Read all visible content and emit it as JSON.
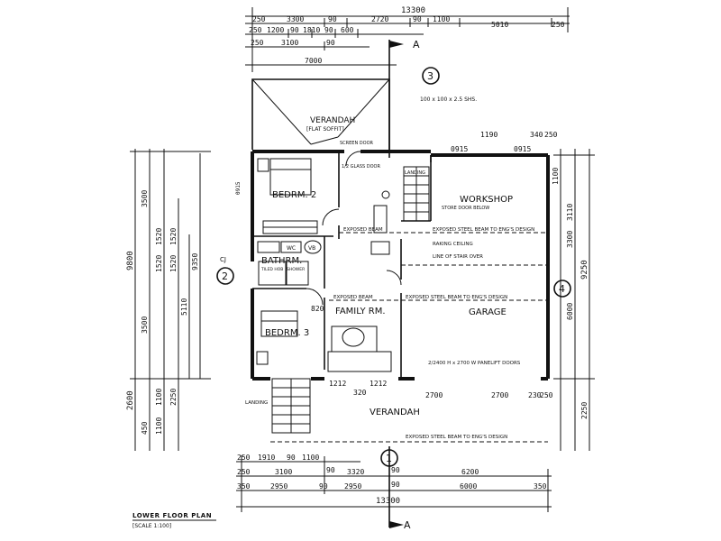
{
  "title": "LOWER FLOOR PLAN",
  "scale": "[SCALE 1:100]",
  "rooms": {
    "bedroom2": "BEDRM. 2",
    "bedroom3": "BEDRM. 3",
    "bathroom": "BATHRM.",
    "family": "FAMILY RM.",
    "workshop": "WORKSHOP",
    "garage": "GARAGE",
    "verandah_top": "VERANDAH",
    "verandah_bottom": "VERANDAH"
  },
  "notes": {
    "flat_soffit": "[FLAT SOFFIT]",
    "post": "100 x 100 x 2.5 SHS.",
    "screen_door": "SCREEN DOOR",
    "sliding_door": "1/2 GLASS DOOR",
    "landing_top": "LANDING",
    "stair_door": "STORE DOOR BELOW",
    "exposed_beam_1": "EXPOSED BEAM",
    "exposed_beam_2": "EXPOSED STEEL BEAM TO ENG'S DESIGN",
    "raking": "RAKING CEILING",
    "stair_line": "LINE OF STAIR OVER",
    "exposed_beam_3": "EXPOSED BEAM",
    "exposed_beam_4": "EXPOSED STEEL BEAM TO ENG'S DESIGN",
    "tiled": "TILED HOB",
    "shower": "SHOWER",
    "panelift": "2/2400 H x 2700 W PANELIFT DOORS",
    "exposed_beam_5": "EXPOSED STEEL BEAM TO ENG'S DESIGN",
    "landing_bottom": "LANDING",
    "cj": "CJ",
    "vb": "VB",
    "wc": "WC"
  },
  "markers": {
    "m1": "1",
    "m2": "2",
    "m3": "3",
    "m4": "4",
    "section_top": "A",
    "section_bottom": "A"
  },
  "dims_top": {
    "overall": "13300",
    "row1": [
      "250",
      "3300",
      "90",
      "2720",
      "90",
      "1100",
      "5010",
      "250"
    ],
    "row2": [
      "250",
      "1200",
      "90",
      "1810",
      "90",
      "600"
    ],
    "row3": [
      "250",
      "3100",
      "90"
    ],
    "row4": "7000"
  },
  "dims_bottom": {
    "row1": [
      "250",
      "1910",
      "90",
      "1100"
    ],
    "row2": [
      "250",
      "3100",
      "90",
      "3320",
      "90",
      "6200"
    ],
    "row3": [
      "350",
      "2950",
      "90",
      "2950",
      "90",
      "6000",
      "350"
    ],
    "overall": "13300"
  },
  "dims_left": {
    "overall_upper": "9800",
    "overall_lower": "2600",
    "col_a": [
      "3500",
      "3500",
      "9350",
      "5110"
    ],
    "col_b": [
      "1520",
      "1520",
      "1520",
      "1520",
      "1100",
      "2250",
      "450",
      "1100"
    ]
  },
  "dims_right": {
    "overall": "9250",
    "col": [
      "1100",
      "3110",
      "3300",
      "6000",
      "2250"
    ]
  },
  "dims_room": {
    "ws_1": "1190",
    "ws_2": "340",
    "ws_3": "250",
    "ws_4": "0915",
    "ws_5": "0915",
    "bed2_w": "0915",
    "gar_1": "2700",
    "gar_2": "2700",
    "gar_3": "230",
    "gar_4": "250",
    "fam_1": "1212",
    "fam_2": "320",
    "fam_3": "1212",
    "door_820": "820"
  }
}
